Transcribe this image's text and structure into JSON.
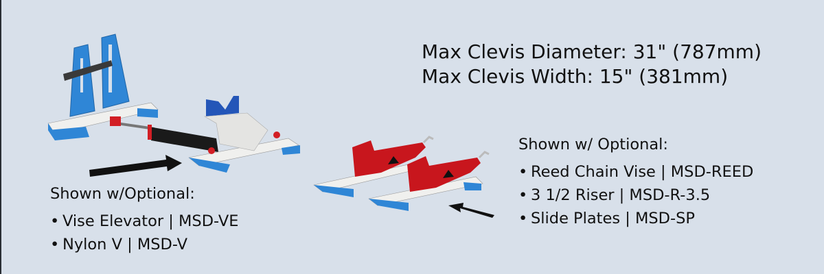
{
  "specs": {
    "max_diameter": "Max Clevis Diameter: 31\" (787mm)",
    "max_width": "Max Clevis Width: 15\" (381mm)"
  },
  "left_options": {
    "heading": "Shown w/Optional:",
    "items": [
      {
        "bullet": "•",
        "label": "Vise Elevator | MSD-VE"
      },
      {
        "bullet": "•",
        "label": "Nylon V | MSD-V"
      }
    ]
  },
  "right_options": {
    "heading": "Shown w/ Optional:",
    "items": [
      {
        "bullet": "•",
        "label": "Reed Chain Vise | MSD-REED"
      },
      {
        "bullet": "•",
        "label": "3 1/2 Riser | MSD-R-3.5"
      },
      {
        "bullet": "•",
        "label": "Slide Plates | MSD-SP"
      }
    ]
  },
  "colors": {
    "background": "#d8e0ea",
    "stand_blue": "#2f86d6",
    "vise_red": "#c8161d",
    "plate_white": "#eeeeec",
    "text": "#111111"
  }
}
